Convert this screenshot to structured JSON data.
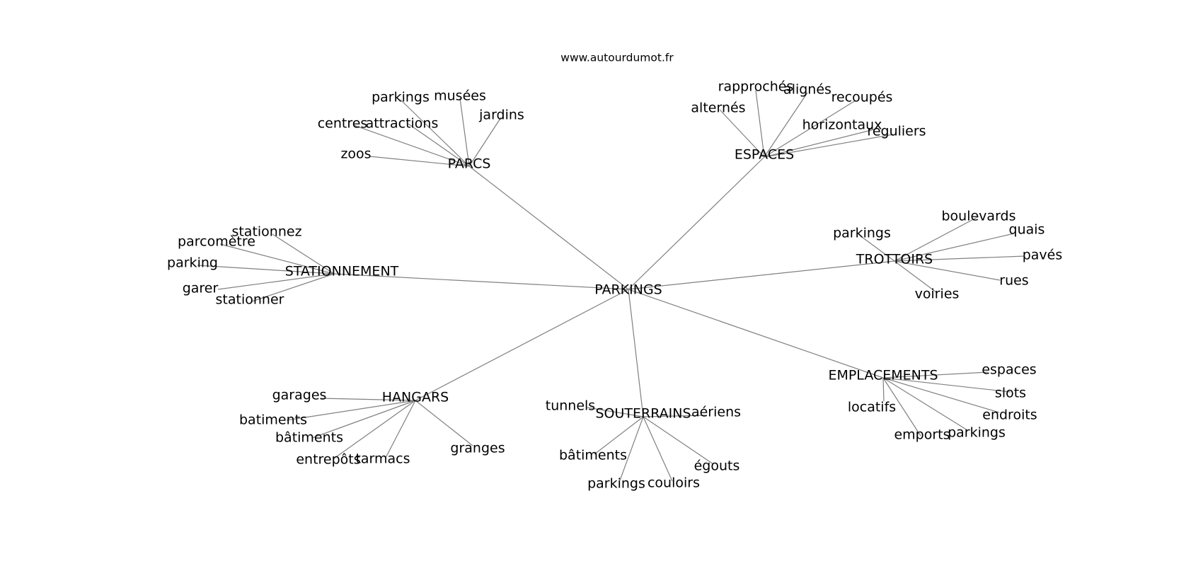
{
  "site": "www.autourdumot.fr",
  "colors": {
    "edge": "#808080",
    "text": "#000000",
    "background": "#ffffff"
  },
  "graph": {
    "root": "PARKINGS",
    "hubs": [
      {
        "label": "PARCS",
        "leaves": [
          "zoos",
          "centres",
          "attractions",
          "parkings",
          "musées",
          "jardins"
        ]
      },
      {
        "label": "ESPACES",
        "leaves": [
          "alternés",
          "rapprochés",
          "alignés",
          "recoupés",
          "horizontaux",
          "réguliers"
        ]
      },
      {
        "label": "STATIONNEMENT",
        "leaves": [
          "stationnez",
          "parcomètre",
          "parking",
          "garer",
          "stationner"
        ]
      },
      {
        "label": "TROTTOIRS",
        "leaves": [
          "parkings",
          "boulevards",
          "quais",
          "pavés",
          "rues",
          "voiries"
        ]
      },
      {
        "label": "HANGARS",
        "leaves": [
          "garages",
          "batiments",
          "bâtiments",
          "entrepôts",
          "tarmacs",
          "granges"
        ]
      },
      {
        "label": "SOUTERRAINS",
        "leaves": [
          "tunnels",
          "aériens",
          "bâtiments",
          "parkings",
          "couloirs",
          "égouts"
        ]
      },
      {
        "label": "EMPLACEMENTS",
        "leaves": [
          "espaces",
          "slots",
          "endroits",
          "parkings",
          "emports",
          "locatifs"
        ]
      }
    ]
  }
}
